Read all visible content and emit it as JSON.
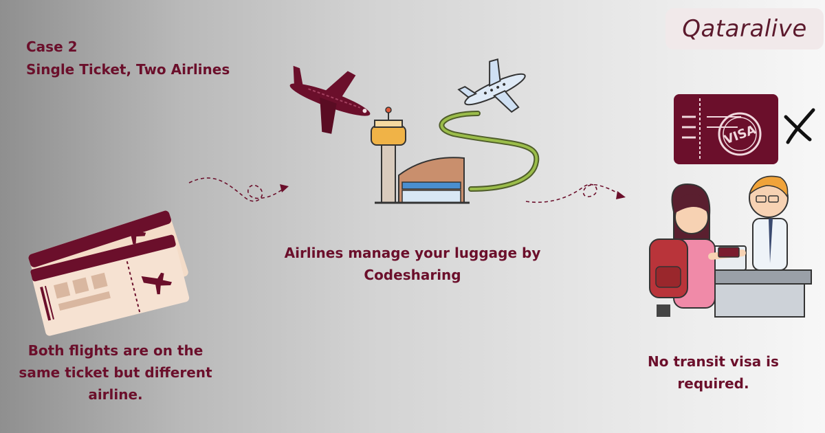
{
  "heading": {
    "line1": "Case 2",
    "line2": "Single Ticket, Two Airlines"
  },
  "logo": "Qataralive",
  "captions": {
    "left": "Both flights are on the same ticket but different airline.",
    "center": "Airlines manage your luggage by Codesharing",
    "right": "No transit visa is required."
  },
  "illustrations": {
    "ticket_stamp": "VISA"
  },
  "colors": {
    "maroon": "#6b0f2b",
    "ticket_cream": "#f4dcc8",
    "track_green": "#8a9a3a"
  }
}
